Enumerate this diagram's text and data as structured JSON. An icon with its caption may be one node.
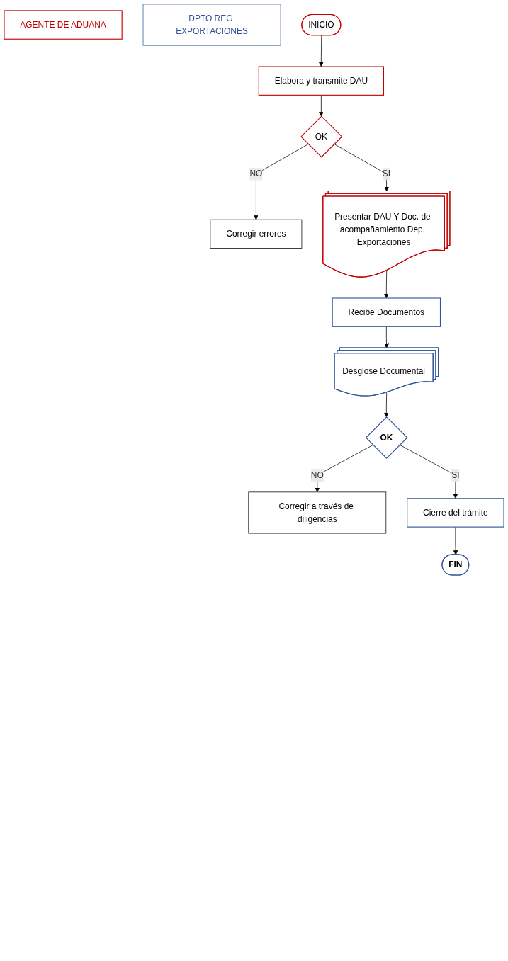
{
  "diagram": {
    "nodes": [
      {
        "text": [
          "AGENTE DE ADUANA"
        ]
      },
      {
        "text": [
          "DPTO REG EXPORTACIONES"
        ]
      },
      {
        "text": [
          "INICIO"
        ]
      },
      {
        "text": [
          "Elabora y transmite DAU"
        ]
      },
      {
        "text": [
          "OK"
        ]
      },
      {
        "text": [
          "Corregir errores"
        ]
      },
      {
        "text": [
          "Presentar DAU Y Doc. de acompañamiento Dep. Exportaciones"
        ]
      },
      {
        "text": [
          "Recibe Documentos"
        ]
      },
      {
        "text": [
          "Desglose Documental"
        ]
      },
      {
        "text": [
          "OK"
        ]
      },
      {
        "text": [
          "Corregir a través de diligencias"
        ]
      },
      {
        "text": [
          "Cierre del trámite"
        ]
      },
      {
        "text": [
          "FIN"
        ]
      }
    ],
    "edges": [
      {
        "from": 2,
        "to": 3,
        "arrow": "to"
      },
      {
        "from": 3,
        "to": 4,
        "arrow": "to"
      },
      {
        "from": 4,
        "to": 5,
        "arrow": "to",
        "label": "NO"
      },
      {
        "from": 4,
        "to": 6,
        "arrow": "to",
        "label": "SI"
      },
      {
        "from": 6,
        "to": 7,
        "arrow": "to"
      },
      {
        "from": 7,
        "to": 8,
        "arrow": "to"
      },
      {
        "from": 8,
        "to": 9,
        "arrow": "to"
      },
      {
        "from": 9,
        "to": 10,
        "arrow": "to",
        "label": "NO"
      },
      {
        "from": 9,
        "to": 11,
        "arrow": "to",
        "label": "SI"
      },
      {
        "from": 11,
        "to": 12,
        "arrow": "to"
      }
    ]
  }
}
